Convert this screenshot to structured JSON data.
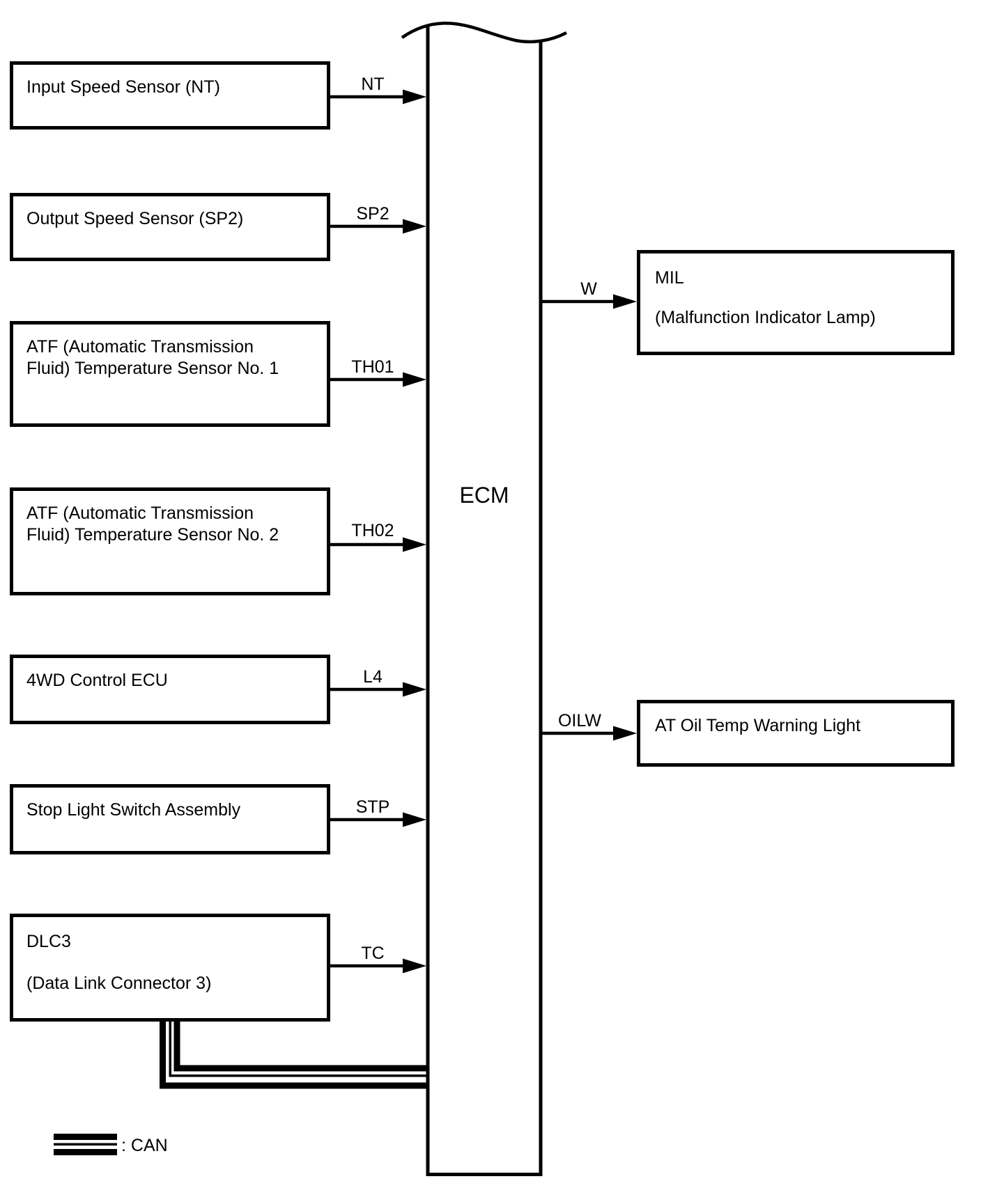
{
  "ecm": {
    "label": "ECM"
  },
  "inputs": [
    {
      "name": "input-speed-sensor",
      "lines": [
        "Input Speed Sensor (NT)"
      ],
      "signal": "NT"
    },
    {
      "name": "output-speed-sensor",
      "lines": [
        "Output Speed Sensor (SP2)"
      ],
      "signal": "SP2"
    },
    {
      "name": "atf-temperature-sensor-1",
      "lines": [
        "ATF (Automatic Transmission",
        "Fluid) Temperature Sensor No. 1"
      ],
      "signal": "TH01"
    },
    {
      "name": "atf-temperature-sensor-2",
      "lines": [
        "ATF (Automatic Transmission",
        "Fluid) Temperature Sensor No. 2"
      ],
      "signal": "TH02"
    },
    {
      "name": "4wd-control-ecu",
      "lines": [
        "4WD Control ECU"
      ],
      "signal": "L4"
    },
    {
      "name": "stop-light-switch",
      "lines": [
        "Stop Light Switch Assembly"
      ],
      "signal": "STP"
    },
    {
      "name": "dlc3",
      "lines": [
        "DLC3",
        "(Data Link Connector 3)"
      ],
      "signal": "TC"
    }
  ],
  "outputs": [
    {
      "name": "mil",
      "lines": [
        "MIL",
        "(Malfunction Indicator Lamp)"
      ],
      "signal": "W"
    },
    {
      "name": "at-oil-temp-warning-light",
      "lines": [
        "AT Oil Temp Warning Light"
      ],
      "signal": "OILW"
    }
  ],
  "legend": {
    "label": ": CAN",
    "bus": "CAN"
  },
  "colors": {
    "line": "#000000",
    "background": "#ffffff"
  }
}
